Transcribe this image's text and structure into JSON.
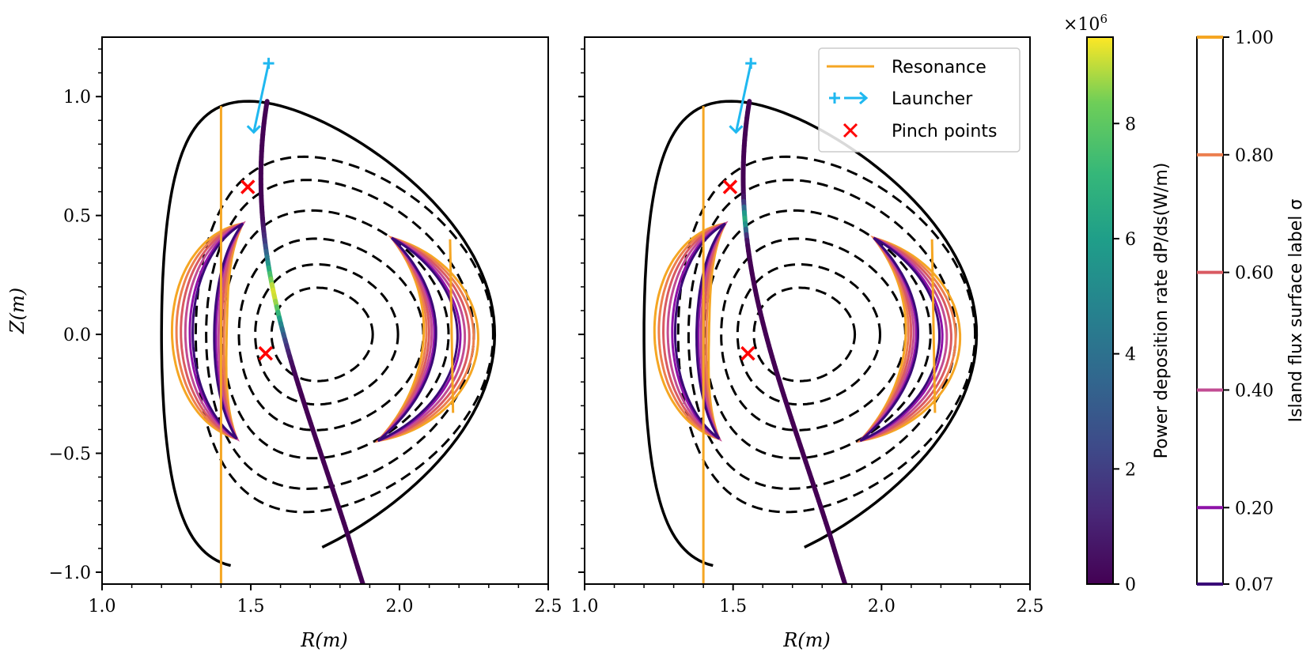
{
  "chart_data": [
    {
      "type": "line",
      "panel": "left",
      "xlabel": "R(m)",
      "ylabel": "Z(m)",
      "xlim": [
        1.0,
        2.5
      ],
      "ylim": [
        -1.05,
        1.25
      ],
      "xticks": [
        "1.0",
        "1.5",
        "2.0",
        "2.5"
      ],
      "yticks": [
        "−1.0",
        "−0.5",
        "0.0",
        "0.5",
        "1.0"
      ],
      "show_yticklabels": true,
      "show_legend": false,
      "magnetic_axis": [
        1.74,
        0.0
      ],
      "pinch_points": [
        [
          1.49,
          0.62
        ],
        [
          1.55,
          -0.08
        ]
      ],
      "launcher": [
        [
          1.56,
          1.14
        ],
        [
          1.51,
          0.85
        ]
      ],
      "max_deposition_wpm": 9200000
    },
    {
      "type": "line",
      "panel": "right",
      "xlabel": "R(m)",
      "ylabel": "",
      "xlim": [
        1.0,
        2.5
      ],
      "ylim": [
        -1.05,
        1.25
      ],
      "xticks": [
        "1.0",
        "1.5",
        "2.0",
        "2.5"
      ],
      "yticks": [],
      "show_yticklabels": false,
      "show_legend": true,
      "magnetic_axis": [
        1.74,
        0.0
      ],
      "pinch_points": [
        [
          1.49,
          0.62
        ],
        [
          1.55,
          -0.08
        ]
      ],
      "launcher": [
        [
          1.56,
          1.14
        ],
        [
          1.51,
          0.85
        ]
      ],
      "max_deposition_wpm": 6500000
    }
  ],
  "legend": [
    {
      "label": "Resonance",
      "color": "#f5a623"
    },
    {
      "label": "Launcher",
      "color": "#1fb8f0"
    },
    {
      "label": "Pinch points",
      "color": "#ff0000"
    }
  ],
  "colorbar_power": {
    "label": "Power deposition rate dP/ds(W/m)",
    "multiplier": "×10",
    "multiplier_exp": "6",
    "range": [
      0,
      9.5
    ],
    "ticks": [
      "0",
      "2",
      "4",
      "6",
      "8"
    ],
    "colormap": "viridis"
  },
  "colorbar_island": {
    "label": "Island flux surface label σ",
    "levels": [
      {
        "value": "1.00",
        "color": "#f5a623"
      },
      {
        "value": "0.80",
        "color": "#ec7f4f"
      },
      {
        "value": "0.60",
        "color": "#d95a62"
      },
      {
        "value": "0.40",
        "color": "#c24c93"
      },
      {
        "value": "0.20",
        "color": "#8e12a8"
      },
      {
        "value": "0.07",
        "color": "#3a0a78"
      }
    ]
  }
}
